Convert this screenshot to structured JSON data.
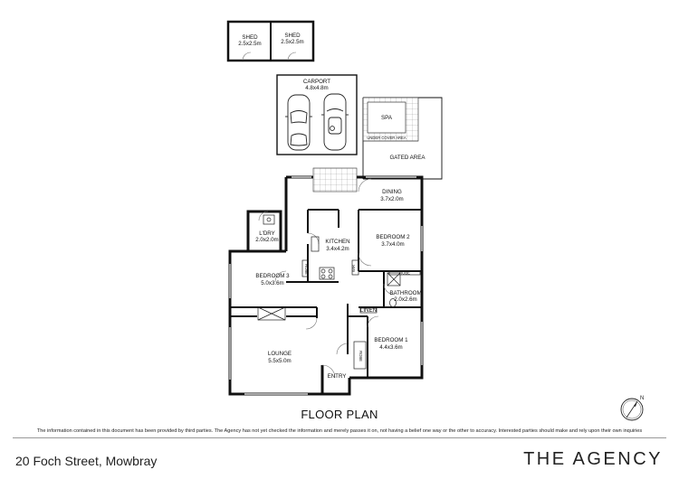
{
  "plan": {
    "title": "FLOOR PLAN",
    "address": "20 Foch Street, Mowbray",
    "brand": "THE AGENCY",
    "disclaimer": "The information contained in this document has been provided by third parties. The Agency has not yet checked the information and merely passes it on, not having a belief one way or the other to accuracy. Interested parties should make and rely upon their own inquiries"
  },
  "rooms": {
    "shed_1": {
      "label": "SHED",
      "dims": "2.5x2.5m"
    },
    "shed_2": {
      "label": "SHED",
      "dims": "2.5x2.5m"
    },
    "carport": {
      "label": "CARPORT",
      "dims": "4.8x4.8m"
    },
    "spa": {
      "label": "SPA"
    },
    "under_cover": {
      "label": "UNDER COVER AREA"
    },
    "gated": {
      "label": "GATED AREA"
    },
    "dining": {
      "label": "DINING",
      "dims": "3.7x2.0m"
    },
    "laundry": {
      "label": "L'DRY",
      "dims": "2.0x2.0m"
    },
    "kitchen": {
      "label": "KITCHEN",
      "dims": "3.4x4.2m"
    },
    "bedroom_2": {
      "label": "BEDROOM 2",
      "dims": "3.7x4.0m"
    },
    "bedroom_3": {
      "label": "BEDROOM 3",
      "dims": "5.0x3.6m"
    },
    "bathroom": {
      "label": "BATHROOM",
      "dims": "2.0x2.6m"
    },
    "linen": {
      "label": "LINEN"
    },
    "bedroom_1": {
      "label": "BEDROOM 1",
      "dims": "4.4x3.6m"
    },
    "lounge": {
      "label": "LOUNGE",
      "dims": "5.5x5.0m"
    },
    "entry": {
      "label": "ENTRY"
    }
  },
  "fixtures": {
    "robe": "ROBE",
    "wir": "WIR"
  },
  "colors": {
    "wall": "#111111",
    "line": "#555555",
    "rule": "#999999"
  },
  "icons": {
    "compass": "north-arrow-icon"
  }
}
